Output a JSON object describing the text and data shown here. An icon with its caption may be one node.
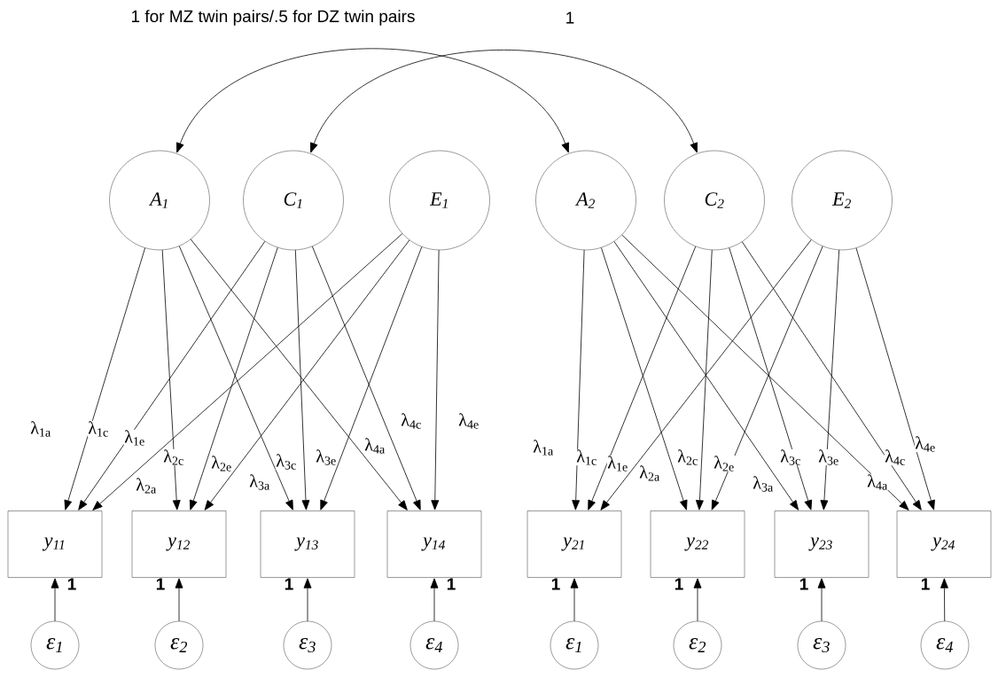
{
  "diagram": {
    "nodes": [
      {
        "text": [
          "A$_{1}$"
        ]
      },
      {
        "text": [
          "C$_{1}$"
        ]
      },
      {
        "text": [
          "E$_{1}$"
        ]
      },
      {
        "text": [
          "A$_{2}$"
        ]
      },
      {
        "text": [
          "C$_{2}$"
        ]
      },
      {
        "text": [
          "E$_{2}$"
        ]
      },
      {
        "text": [
          "y$_{11}$"
        ]
      },
      {
        "text": [
          "y$_{12}$"
        ]
      },
      {
        "text": [
          "y$_{13}$"
        ]
      },
      {
        "text": [
          "y$_{14}$"
        ]
      },
      {
        "text": [
          "y$_{21}$"
        ]
      },
      {
        "text": [
          "y$_{22}$"
        ]
      },
      {
        "text": [
          "y$_{23}$"
        ]
      },
      {
        "text": [
          "y$_{24}$"
        ]
      },
      {
        "text": [
          "ε$_{1}$"
        ]
      },
      {
        "text": [
          "ε$_{2}$"
        ]
      },
      {
        "text": [
          "ε$_{3}$"
        ]
      },
      {
        "text": [
          "ε$_{4}$"
        ]
      },
      {
        "text": [
          "ε$_{1}$"
        ]
      },
      {
        "text": [
          "ε$_{2}$"
        ]
      },
      {
        "text": [
          "ε$_{3}$"
        ]
      },
      {
        "text": [
          "ε$_{4}$"
        ]
      }
    ],
    "edges": [
      {
        "from": 0,
        "to": 3,
        "arrow": "both",
        "label": "1 for MZ twin pairs/.5 for DZ twin pairs"
      },
      {
        "from": 1,
        "to": 4,
        "arrow": "both",
        "label": "1"
      },
      {
        "from": 0,
        "to": 6,
        "arrow": "to",
        "label": "λ$_{1a}$"
      },
      {
        "from": 0,
        "to": 7,
        "arrow": "to",
        "label": "λ$_{2a}$"
      },
      {
        "from": 0,
        "to": 8,
        "arrow": "to",
        "label": "λ$_{3a}$"
      },
      {
        "from": 0,
        "to": 9,
        "arrow": "to",
        "label": "λ$_{4a}$"
      },
      {
        "from": 1,
        "to": 6,
        "arrow": "to",
        "label": "λ$_{1c}$"
      },
      {
        "from": 1,
        "to": 7,
        "arrow": "to",
        "label": "λ$_{2c}$"
      },
      {
        "from": 1,
        "to": 8,
        "arrow": "to",
        "label": "λ$_{3c}$"
      },
      {
        "from": 1,
        "to": 9,
        "arrow": "to",
        "label": "λ$_{4c}$"
      },
      {
        "from": 2,
        "to": 6,
        "arrow": "to",
        "label": "λ$_{1e}$"
      },
      {
        "from": 2,
        "to": 7,
        "arrow": "to",
        "label": "λ$_{2e}$"
      },
      {
        "from": 2,
        "to": 8,
        "arrow": "to",
        "label": "λ$_{3e}$"
      },
      {
        "from": 2,
        "to": 9,
        "arrow": "to",
        "label": "λ$_{4e}$"
      },
      {
        "from": 3,
        "to": 10,
        "arrow": "to",
        "label": "λ$_{1a}$"
      },
      {
        "from": 3,
        "to": 11,
        "arrow": "to",
        "label": "λ$_{2a}$"
      },
      {
        "from": 3,
        "to": 12,
        "arrow": "to",
        "label": "λ$_{3a}$"
      },
      {
        "from": 3,
        "to": 13,
        "arrow": "to",
        "label": "λ$_{4a}$"
      },
      {
        "from": 4,
        "to": 10,
        "arrow": "to",
        "label": "λ$_{1c}$"
      },
      {
        "from": 4,
        "to": 11,
        "arrow": "to",
        "label": "λ$_{2c}$"
      },
      {
        "from": 4,
        "to": 12,
        "arrow": "to",
        "label": "λ$_{3c}$"
      },
      {
        "from": 4,
        "to": 13,
        "arrow": "to",
        "label": "λ$_{4c}$"
      },
      {
        "from": 5,
        "to": 10,
        "arrow": "to",
        "label": "λ$_{1e}$"
      },
      {
        "from": 5,
        "to": 11,
        "arrow": "to",
        "label": "λ$_{2e}$"
      },
      {
        "from": 5,
        "to": 12,
        "arrow": "to",
        "label": "λ$_{3e}$"
      },
      {
        "from": 5,
        "to": 13,
        "arrow": "to",
        "label": "λ$_{4e}$"
      },
      {
        "from": 14,
        "to": 6,
        "arrow": "to",
        "label": "1"
      },
      {
        "from": 15,
        "to": 7,
        "arrow": "to",
        "label": "1"
      },
      {
        "from": 16,
        "to": 8,
        "arrow": "to",
        "label": "1"
      },
      {
        "from": 17,
        "to": 9,
        "arrow": "to",
        "label": "1"
      },
      {
        "from": 18,
        "to": 10,
        "arrow": "to",
        "label": "1"
      },
      {
        "from": 19,
        "to": 11,
        "arrow": "to",
        "label": "1"
      },
      {
        "from": 20,
        "to": 12,
        "arrow": "to",
        "label": "1"
      },
      {
        "from": 21,
        "to": 13,
        "arrow": "to",
        "label": "1"
      }
    ]
  }
}
